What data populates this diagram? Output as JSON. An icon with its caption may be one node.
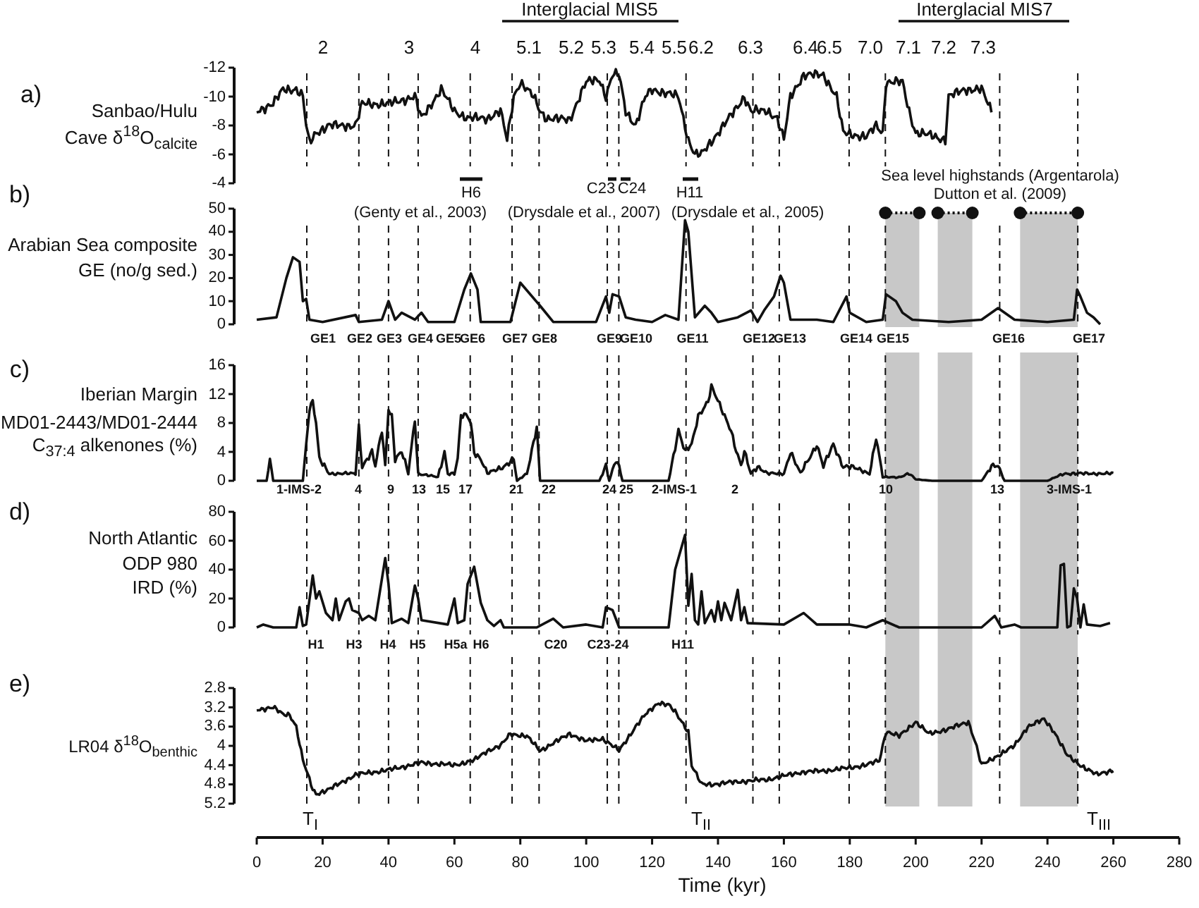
{
  "diagram": {
    "labels": [
      "Interglacial MIS5",
      "Interglacial MIS7",
      "2",
      "3",
      "4",
      "5.1",
      "5.2",
      "5.3",
      "5.4",
      "5.5",
      "6.2",
      "6.3",
      "6.4",
      "6.5",
      "7.0",
      "7.1",
      "7.2",
      "7.3",
      "a)",
      "Sanbao/Hulu",
      "Cave  δ$^{18}$O$_{calcite}$",
      "-12",
      "-10",
      "-8",
      "-6",
      "-4",
      "H6",
      "C23",
      "C24",
      "H11",
      "Sea level highstands (Argentarola)",
      "Dutton et al. (2009)",
      "b)",
      "(Genty et al., 2003)",
      "(Drysdale et al., 2007)",
      "(Drysdale et al., 2005)",
      "Arabian Sea composite",
      "GE (no/g sed.)",
      "50",
      "40",
      "30",
      "20",
      "10",
      "0",
      "GE1",
      "GE2",
      "GE3",
      "GE4",
      "GE5",
      "GE6",
      "GE7",
      "GE8",
      "GE9",
      "GE10",
      "GE11",
      "GE12",
      "GE13",
      "GE14",
      "GE15",
      "GE16",
      "GE17",
      "c)",
      "Iberian Margin",
      "MD01-2443/MD01-2444",
      "C$_{37:4}$ alkenones (%)",
      "16",
      "12",
      "8",
      "4",
      "0",
      "1-IMS-2",
      "4",
      "9",
      "13",
      "15",
      "17",
      "21",
      "22",
      "24",
      "25",
      "2-IMS-1",
      "2",
      "10",
      "13",
      "3-IMS-1",
      "d)",
      "North Atlantic",
      "ODP 980",
      "IRD (%)",
      "80",
      "60",
      "40",
      "20",
      "0",
      "H1",
      "H3",
      "H4",
      "H5",
      "H5a",
      "H6",
      "C20",
      "C23-24",
      "H11",
      "e)",
      "LR04  δ$^{18}$O$_{benthic}$",
      "2.8",
      "3.2",
      "3.6",
      "4",
      "4.4",
      "4.8",
      "5.2",
      "T$_{I}$",
      "T$_{II}$",
      "T$_{III}$",
      "0",
      "20",
      "40",
      "60",
      "80",
      "100",
      "120",
      "140",
      "160",
      "180",
      "200",
      "220",
      "240",
      "260",
      "280",
      "Time (kyr)"
    ]
  }
}
